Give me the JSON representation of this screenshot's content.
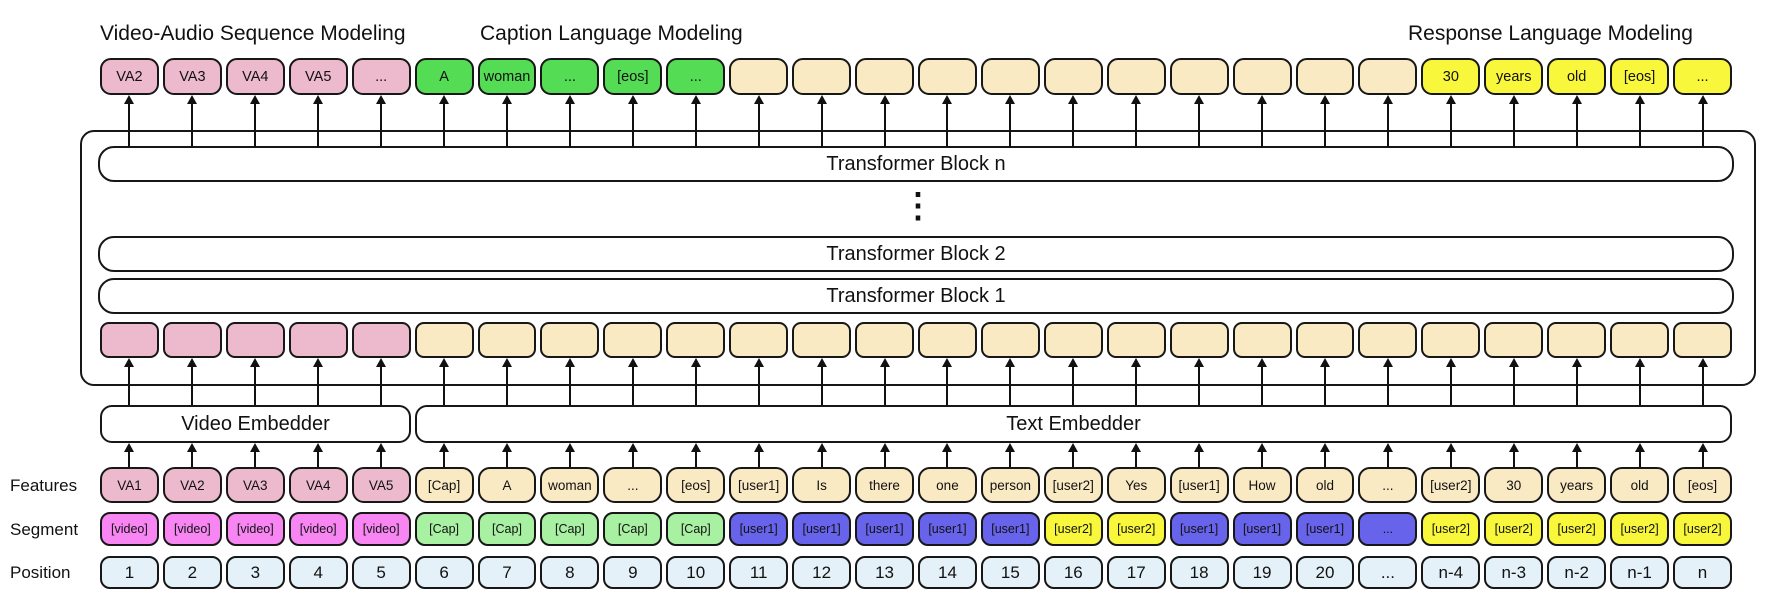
{
  "top_labels": {
    "video_audio": "Video-Audio Sequence Modeling",
    "caption": "Caption Language Modeling",
    "response": "Response Language Modeling"
  },
  "output_tokens": [
    {
      "text": "VA2",
      "color": "pink"
    },
    {
      "text": "VA3",
      "color": "pink"
    },
    {
      "text": "VA4",
      "color": "pink"
    },
    {
      "text": "VA5",
      "color": "pink"
    },
    {
      "text": "...",
      "color": "pink"
    },
    {
      "text": "A",
      "color": "green"
    },
    {
      "text": "woman",
      "color": "green"
    },
    {
      "text": "...",
      "color": "green"
    },
    {
      "text": "[eos]",
      "color": "green"
    },
    {
      "text": "...",
      "color": "green"
    },
    {
      "text": "",
      "color": "tan"
    },
    {
      "text": "",
      "color": "tan"
    },
    {
      "text": "",
      "color": "tan"
    },
    {
      "text": "",
      "color": "tan"
    },
    {
      "text": "",
      "color": "tan"
    },
    {
      "text": "",
      "color": "tan"
    },
    {
      "text": "",
      "color": "tan"
    },
    {
      "text": "",
      "color": "tan"
    },
    {
      "text": "",
      "color": "tan"
    },
    {
      "text": "",
      "color": "tan"
    },
    {
      "text": "",
      "color": "tan"
    },
    {
      "text": "30",
      "color": "yellow"
    },
    {
      "text": "years",
      "color": "yellow"
    },
    {
      "text": "old",
      "color": "yellow"
    },
    {
      "text": "[eos]",
      "color": "yellow"
    },
    {
      "text": "...",
      "color": "yellow"
    }
  ],
  "transformer_blocks": [
    "Transformer Block n",
    "Transformer Block 2",
    "Transformer Block 1"
  ],
  "ellipsis_vertical": "⋮",
  "embedding_cells": [
    "pink",
    "pink",
    "pink",
    "pink",
    "pink",
    "tan",
    "tan",
    "tan",
    "tan",
    "tan",
    "tan",
    "tan",
    "tan",
    "tan",
    "tan",
    "tan",
    "tan",
    "tan",
    "tan",
    "tan",
    "tan",
    "tan",
    "tan",
    "tan",
    "tan",
    "tan"
  ],
  "embedders": {
    "video": "Video Embedder",
    "text": "Text Embedder"
  },
  "row_labels": {
    "features": "Features",
    "segment": "Segment",
    "position": "Position"
  },
  "features": [
    {
      "text": "VA1",
      "color": "pink"
    },
    {
      "text": "VA2",
      "color": "pink"
    },
    {
      "text": "VA3",
      "color": "pink"
    },
    {
      "text": "VA4",
      "color": "pink"
    },
    {
      "text": "VA5",
      "color": "pink"
    },
    {
      "text": "[Cap]",
      "color": "tan"
    },
    {
      "text": "A",
      "color": "tan"
    },
    {
      "text": "woman",
      "color": "tan"
    },
    {
      "text": "...",
      "color": "tan"
    },
    {
      "text": "[eos]",
      "color": "tan"
    },
    {
      "text": "[user1]",
      "color": "tan"
    },
    {
      "text": "Is",
      "color": "tan"
    },
    {
      "text": "there",
      "color": "tan"
    },
    {
      "text": "one",
      "color": "tan"
    },
    {
      "text": "person",
      "color": "tan"
    },
    {
      "text": "[user2]",
      "color": "tan"
    },
    {
      "text": "Yes",
      "color": "tan"
    },
    {
      "text": "[user1]",
      "color": "tan"
    },
    {
      "text": "How",
      "color": "tan"
    },
    {
      "text": "old",
      "color": "tan"
    },
    {
      "text": "...",
      "color": "tan"
    },
    {
      "text": "[user2]",
      "color": "tan"
    },
    {
      "text": "30",
      "color": "tan"
    },
    {
      "text": "years",
      "color": "tan"
    },
    {
      "text": "old",
      "color": "tan"
    },
    {
      "text": "[eos]",
      "color": "tan"
    }
  ],
  "segments": [
    {
      "text": "[video]",
      "color": "magenta"
    },
    {
      "text": "[video]",
      "color": "magenta"
    },
    {
      "text": "[video]",
      "color": "magenta"
    },
    {
      "text": "[video]",
      "color": "magenta"
    },
    {
      "text": "[video]",
      "color": "magenta"
    },
    {
      "text": "[Cap]",
      "color": "seg_green"
    },
    {
      "text": "[Cap]",
      "color": "seg_green"
    },
    {
      "text": "[Cap]",
      "color": "seg_green"
    },
    {
      "text": "[Cap]",
      "color": "seg_green"
    },
    {
      "text": "[Cap]",
      "color": "seg_green"
    },
    {
      "text": "[user1]",
      "color": "blue"
    },
    {
      "text": "[user1]",
      "color": "blue"
    },
    {
      "text": "[user1]",
      "color": "blue"
    },
    {
      "text": "[user1]",
      "color": "blue"
    },
    {
      "text": "[user1]",
      "color": "blue"
    },
    {
      "text": "[user2]",
      "color": "yellow"
    },
    {
      "text": "[user2]",
      "color": "yellow"
    },
    {
      "text": "[user1]",
      "color": "blue"
    },
    {
      "text": "[user1]",
      "color": "blue"
    },
    {
      "text": "[user1]",
      "color": "blue"
    },
    {
      "text": "...",
      "color": "blue"
    },
    {
      "text": "[user2]",
      "color": "yellow"
    },
    {
      "text": "[user2]",
      "color": "yellow"
    },
    {
      "text": "[user2]",
      "color": "yellow"
    },
    {
      "text": "[user2]",
      "color": "yellow"
    },
    {
      "text": "[user2]",
      "color": "yellow"
    }
  ],
  "positions": [
    "1",
    "2",
    "3",
    "4",
    "5",
    "6",
    "7",
    "8",
    "9",
    "10",
    "11",
    "12",
    "13",
    "14",
    "15",
    "16",
    "17",
    "18",
    "19",
    "20",
    "...",
    "n-4",
    "n-3",
    "n-2",
    "n-1",
    "n"
  ],
  "colors": {
    "pink": "#EDBACD",
    "green": "#55DC55",
    "tan": "#FAEAC4",
    "yellow": "#F8F73C",
    "magenta": "#F786F3",
    "seg_green": "#A8F0A2",
    "blue": "#6764EB",
    "pos_blue": "#E4F1F8",
    "tb_green": "#B6F2B1",
    "border": "#171717"
  }
}
